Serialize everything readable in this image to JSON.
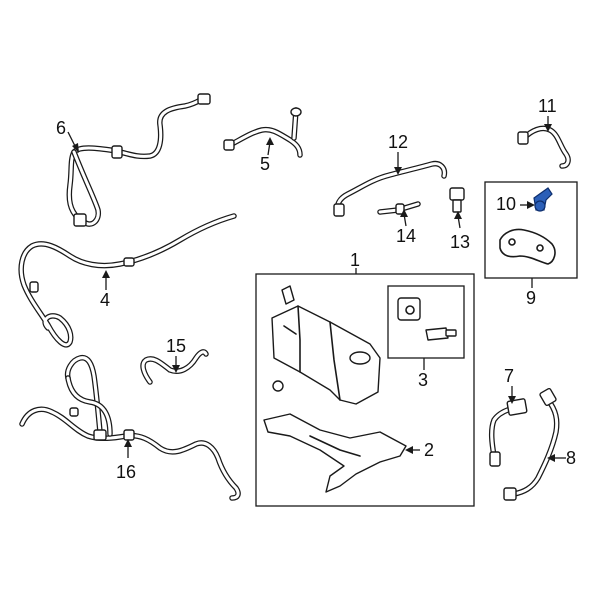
{
  "callouts": {
    "c1": "1",
    "c2": "2",
    "c3": "3",
    "c4": "4",
    "c5": "5",
    "c6": "6",
    "c7": "7",
    "c8": "8",
    "c9": "9",
    "c10": "10",
    "c11": "11",
    "c12": "12",
    "c13": "13",
    "c14": "14",
    "c15": "15",
    "c16": "16"
  },
  "highlighted_part": "10",
  "colors": {
    "line": "#1a1a1a",
    "highlight": "#2b5fb8",
    "background": "#ffffff"
  }
}
